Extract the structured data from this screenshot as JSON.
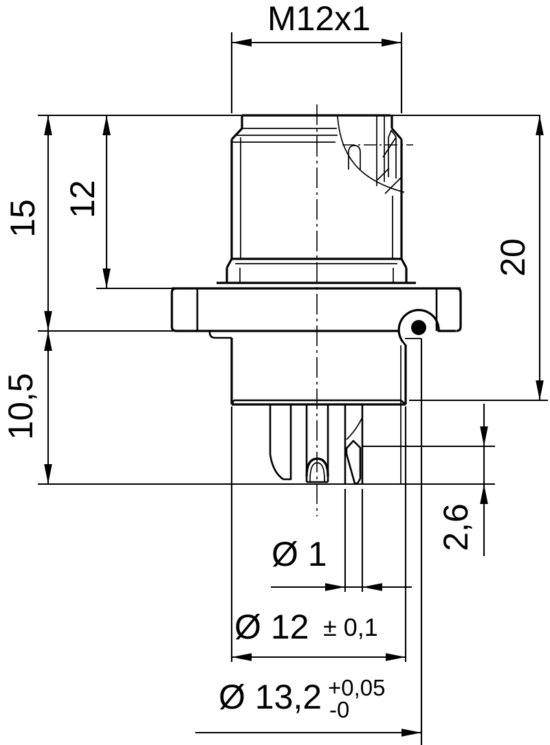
{
  "drawing": {
    "thread_label": "M12x1",
    "dim_front_height": "15",
    "dim_thread_length": "12",
    "dim_total_height": "20",
    "dim_rear_length": "10,5",
    "dim_contact_recess": "2,6",
    "dim_pin_diameter": "Ø 1",
    "dim_body_diameter": "Ø 12",
    "dim_body_tolerance": "± 0,1",
    "dim_oring_diameter": "Ø 13,2",
    "dim_oring_tol_upper": "+0,05",
    "dim_oring_tol_lower": "-0"
  }
}
